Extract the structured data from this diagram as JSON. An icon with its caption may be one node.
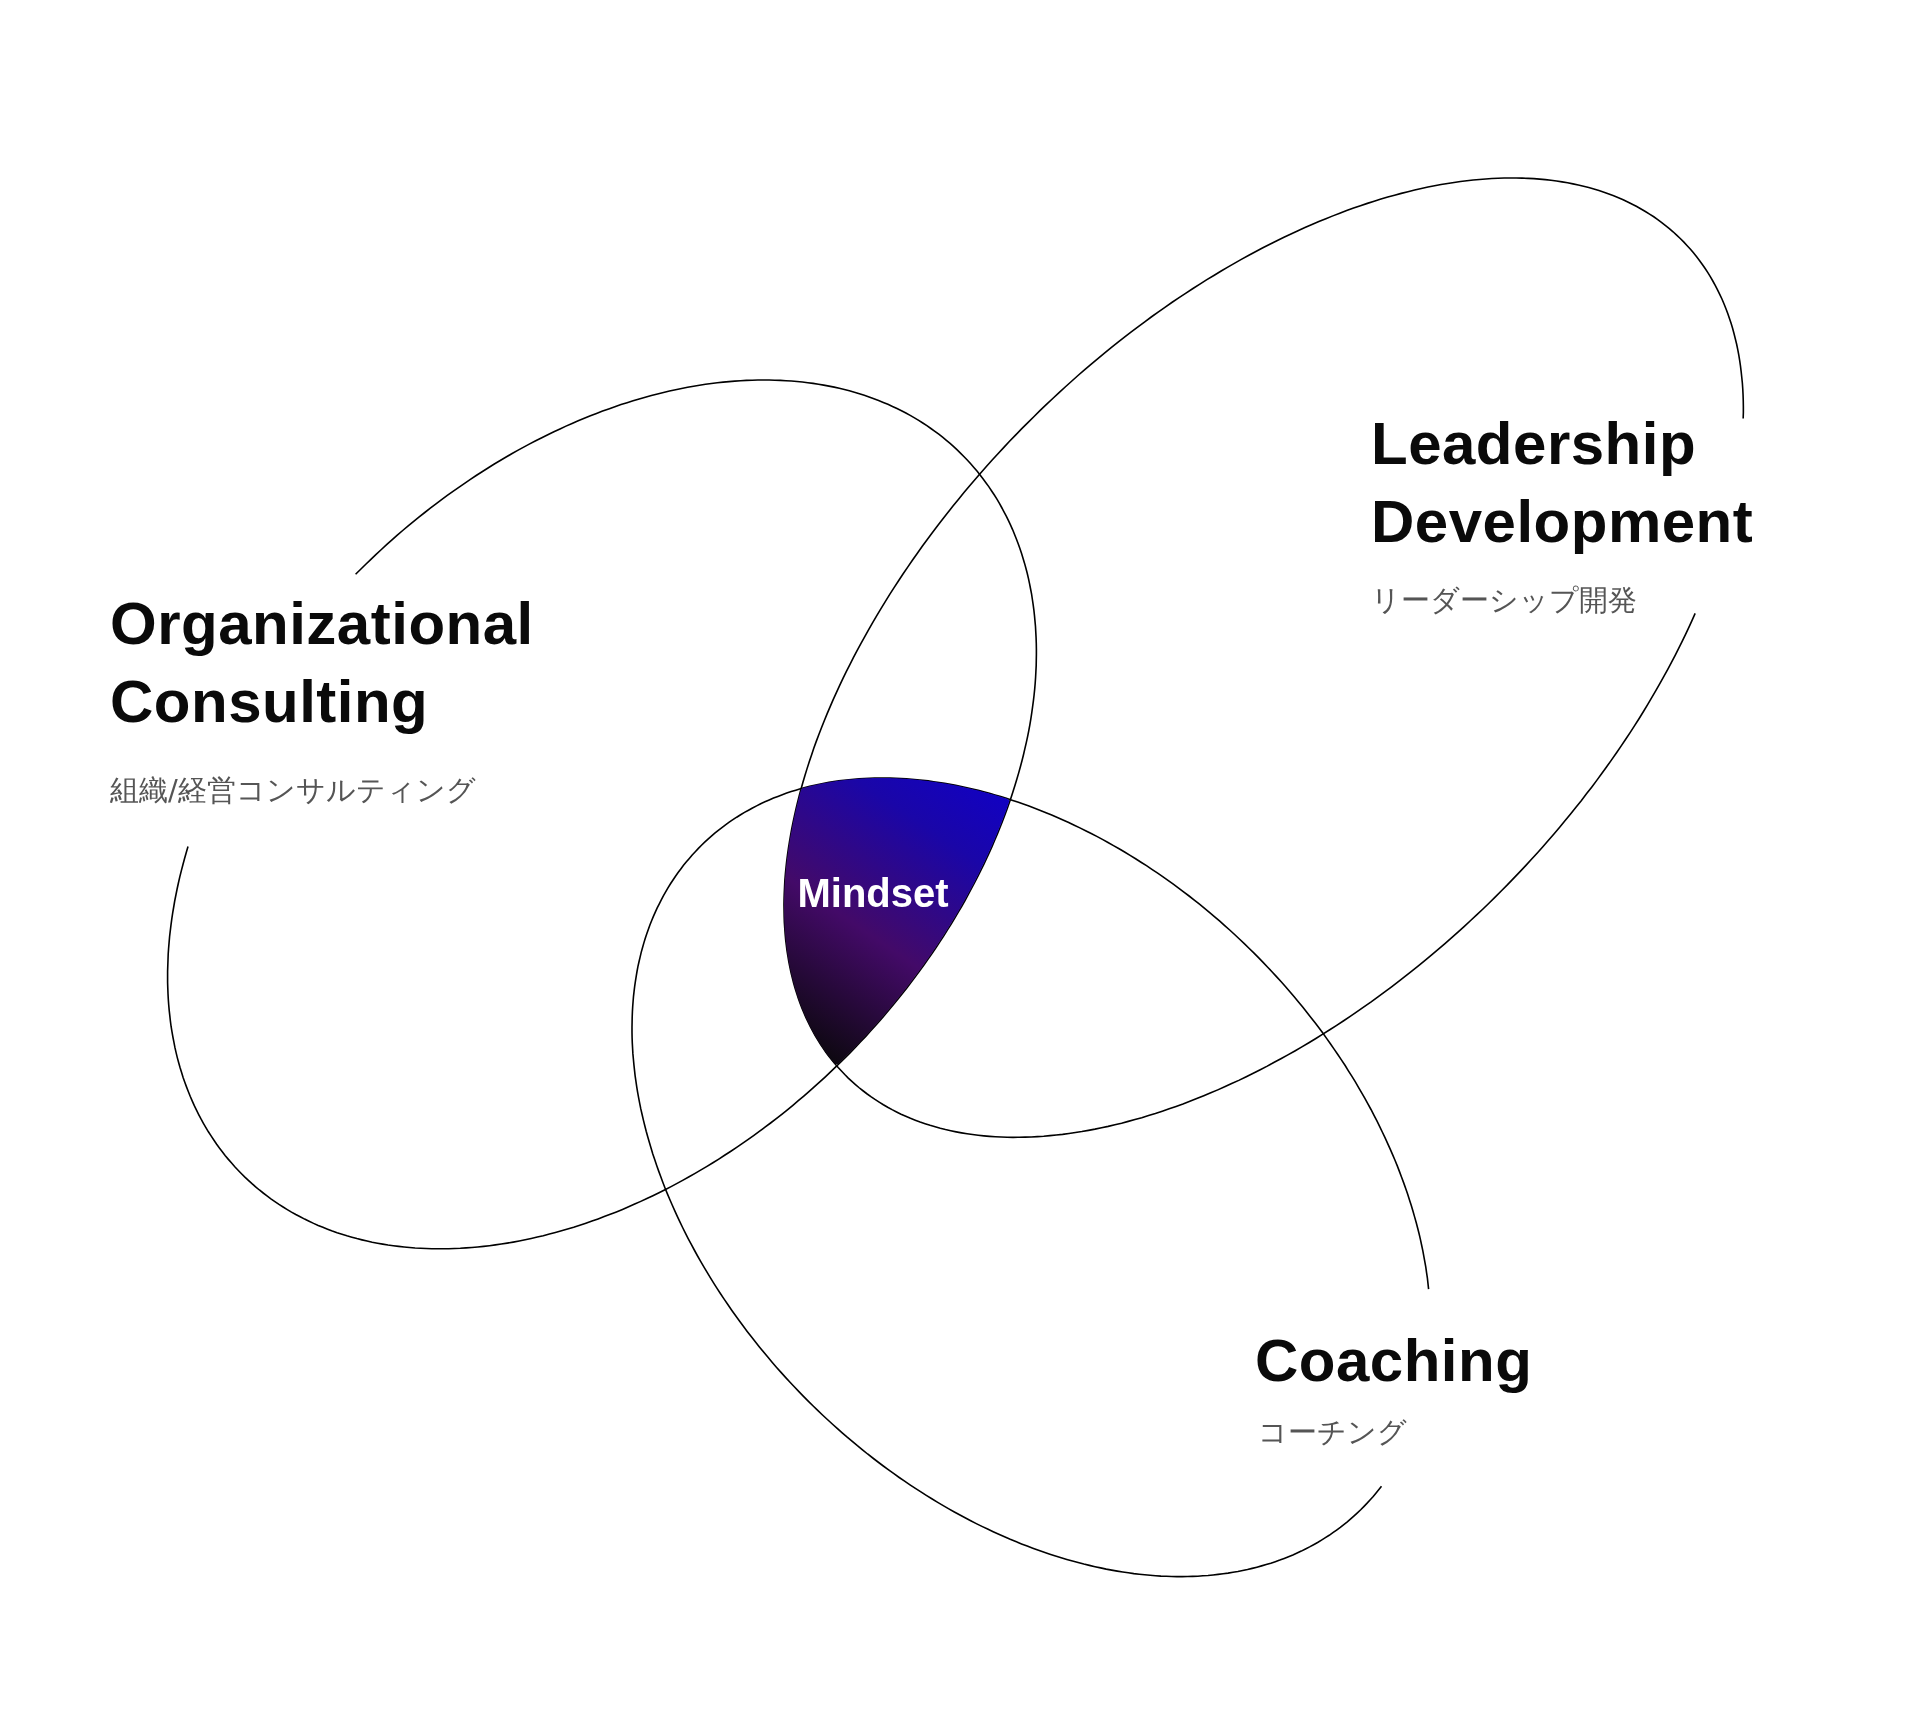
{
  "diagram": {
    "nodes": [
      {
        "text": [
          "Leadership Development",
          "リーダーシップ開発"
        ]
      },
      {
        "text": [
          "Organizational Consulting",
          "組織/経営コンサルティング"
        ]
      },
      {
        "text": [
          "Mindset"
        ]
      },
      {
        "text": [
          "Coaching",
          "コーチング"
        ]
      }
    ]
  }
}
